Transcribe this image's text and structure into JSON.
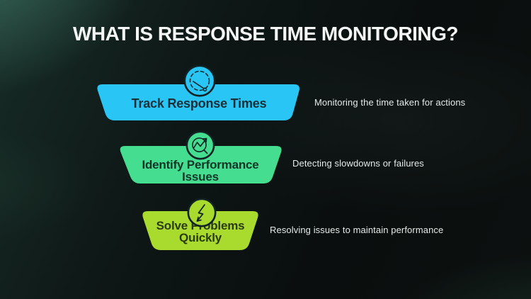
{
  "title": "WHAT IS RESPONSE TIME MONITORING?",
  "colors": {
    "step_blue": "#29C5F5",
    "step_green": "#45DD8F",
    "step_lime": "#A9DA2E",
    "icon_outline": "#102224",
    "label_dark_blue": "#1a2f38",
    "label_dark_green": "#123527",
    "label_dark_lime": "#2a3a0d",
    "description_text": "#e4eae8",
    "background_teal_glow": "#2A5A50",
    "title_text": "#F4F7F6"
  },
  "funnel": {
    "steps": [
      {
        "label_lines": [
          "Track Response Times"
        ],
        "description": "Monitoring the time taken for actions",
        "icon": "speedometer-icon",
        "color": "#29C5F5"
      },
      {
        "label_lines": [
          "Identify Performance",
          "Issues"
        ],
        "description": "Detecting slowdowns or failures",
        "icon": "chart-magnifier-icon",
        "color": "#45DD8F"
      },
      {
        "label_lines": [
          "Solve Problems",
          "Quickly"
        ],
        "description": "Resolving issues to maintain performance",
        "icon": "lightning-bolt-icon",
        "color": "#A9DA2E"
      }
    ]
  }
}
